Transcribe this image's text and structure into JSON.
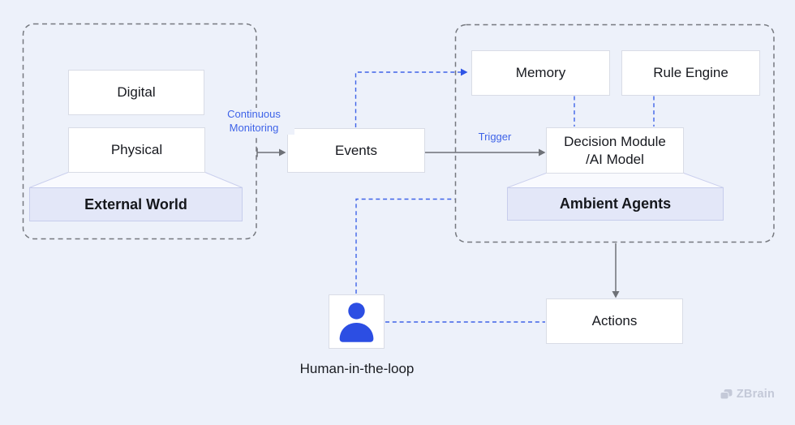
{
  "page": {
    "background": "#edf1fa"
  },
  "colors": {
    "accent_blue": "#3e63e8",
    "person_blue": "#2c4ee3",
    "line_gray": "#6e7177",
    "container_dash_gray": "#76797f",
    "platform_fill": "#e3e7f8",
    "platform_border": "#c7cdec",
    "node_fill": "#ffffff",
    "node_border": "#d9dce6",
    "text_dark": "#17191f",
    "watermark_gray": "#c4c9d8"
  },
  "groups": {
    "external_world": {
      "title": "External World"
    },
    "ambient_agents": {
      "title": "Ambient Agents"
    }
  },
  "nodes": {
    "digital": "Digital",
    "physical": "Physical",
    "events": "Events",
    "memory": "Memory",
    "rule_engine": "Rule Engine",
    "decision_line1": "Decision Module",
    "decision_line2": "/AI Model",
    "actions": "Actions"
  },
  "labels": {
    "continuous_monitoring": "Continuous Monitoring",
    "trigger": "Trigger",
    "human_in_the_loop": "Human-in-the-loop"
  },
  "connections": [
    {
      "from": "External World",
      "to": "Events",
      "label": "Continuous Monitoring",
      "style": "solid-gray-arrow"
    },
    {
      "from": "Events",
      "to": "Memory",
      "style": "dashed-blue-arrow"
    },
    {
      "from": "Events",
      "to": "Decision Module /AI Model",
      "label": "Trigger",
      "style": "solid-gray-arrow"
    },
    {
      "from": "Memory",
      "to": "Decision Module /AI Model",
      "style": "dashed-blue"
    },
    {
      "from": "Rule Engine",
      "to": "Decision Module /AI Model",
      "style": "dashed-blue"
    },
    {
      "from": "Ambient Agents",
      "to": "Actions",
      "style": "solid-gray-arrow"
    },
    {
      "from": "Human-in-the-loop",
      "to": "Ambient Agents",
      "style": "dashed-blue"
    },
    {
      "from": "Human-in-the-loop",
      "to": "Actions",
      "style": "dashed-blue"
    }
  ],
  "watermark": {
    "label": "ZBrain"
  }
}
